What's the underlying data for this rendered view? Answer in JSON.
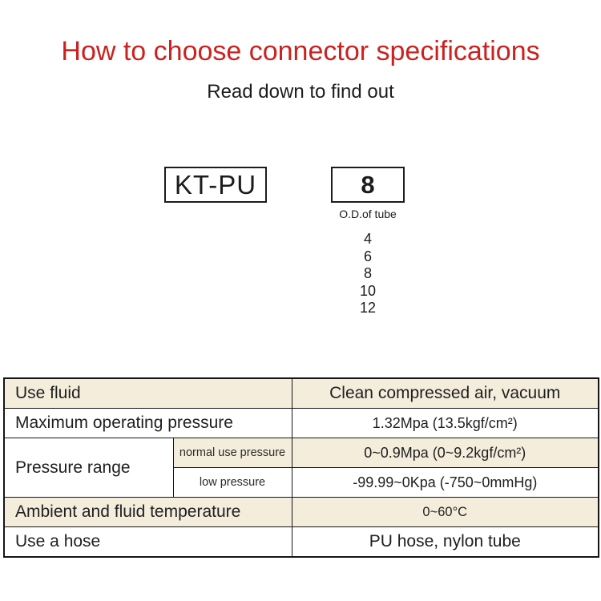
{
  "page": {
    "title": "How to choose connector specifications",
    "subtitle": "Read down to find out",
    "colors": {
      "title_red": "#cb2220",
      "highlight_row_bg": "#f4eddc",
      "table_border": "#151515"
    }
  },
  "model_code": {
    "series_label": "KT-PU",
    "size_value": "8",
    "size_caption": "O.D.of tube",
    "size_options": [
      "4",
      "6",
      "8",
      "10",
      "12"
    ]
  },
  "spec_table": {
    "rows": [
      {
        "label": "Use fluid",
        "value": "Clean compressed air, vacuum"
      },
      {
        "label": "Maximum operating pressure",
        "value": "1.32Mpa (13.5kgf/cm²)"
      },
      {
        "label": "Pressure range",
        "sub_rows": [
          {
            "label": "normal use pressure",
            "value": "0~0.9Mpa (0~9.2kgf/cm²)"
          },
          {
            "label": "low pressure",
            "value": "-99.99~0Kpa (-750~0mmHg)"
          }
        ]
      },
      {
        "label": "Ambient and fluid temperature",
        "value": "0~60°C"
      },
      {
        "label": "Use a hose",
        "value": "PU hose, nylon tube"
      }
    ]
  }
}
